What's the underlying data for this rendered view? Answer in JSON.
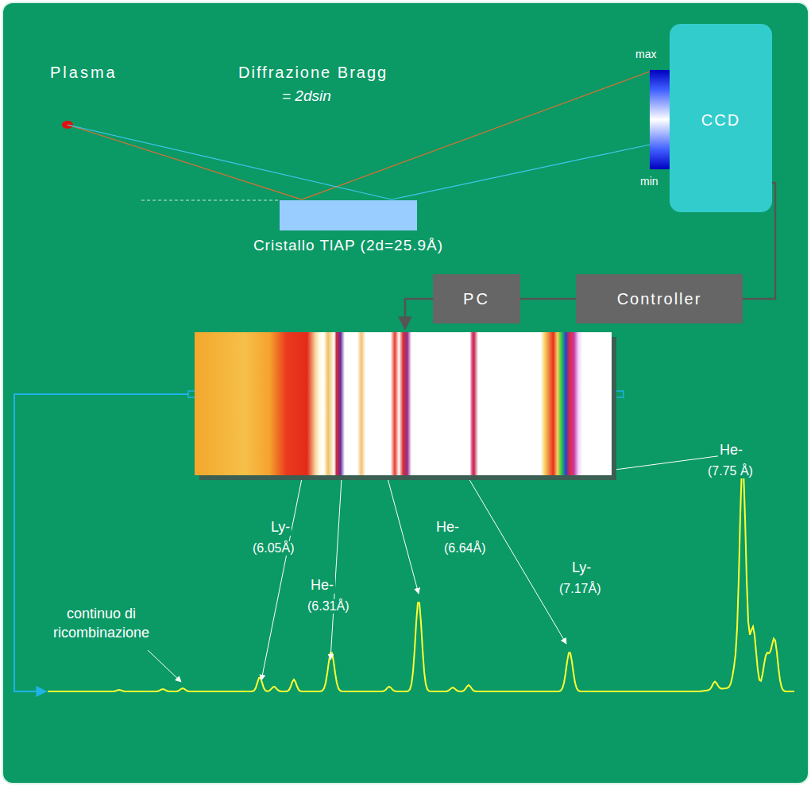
{
  "diagram": {
    "nodes": [
      {
        "text": [
          "CCD"
        ]
      },
      {
        "text": [
          "Cristallo TlAP  (2d=25.9Å)"
        ]
      },
      {
        "text": [
          "PC"
        ]
      },
      {
        "text": [
          "Controller"
        ]
      }
    ],
    "edges": [
      {
        "from": 0,
        "to": 3,
        "arrow": "none"
      },
      {
        "from": 3,
        "to": 2,
        "arrow": "none"
      }
    ],
    "labels": [
      "Plasma",
      "Diffrazione  Bragg",
      "= 2dsin",
      "max",
      "min",
      "Ly-",
      "(6.05Å)",
      "He-",
      "(6.31Å)",
      "He-",
      "(6.64Å)",
      "Ly-",
      "(7.17Å)",
      "He-",
      "(7.75 Å)",
      "continuo  di ricombinazione"
    ]
  }
}
